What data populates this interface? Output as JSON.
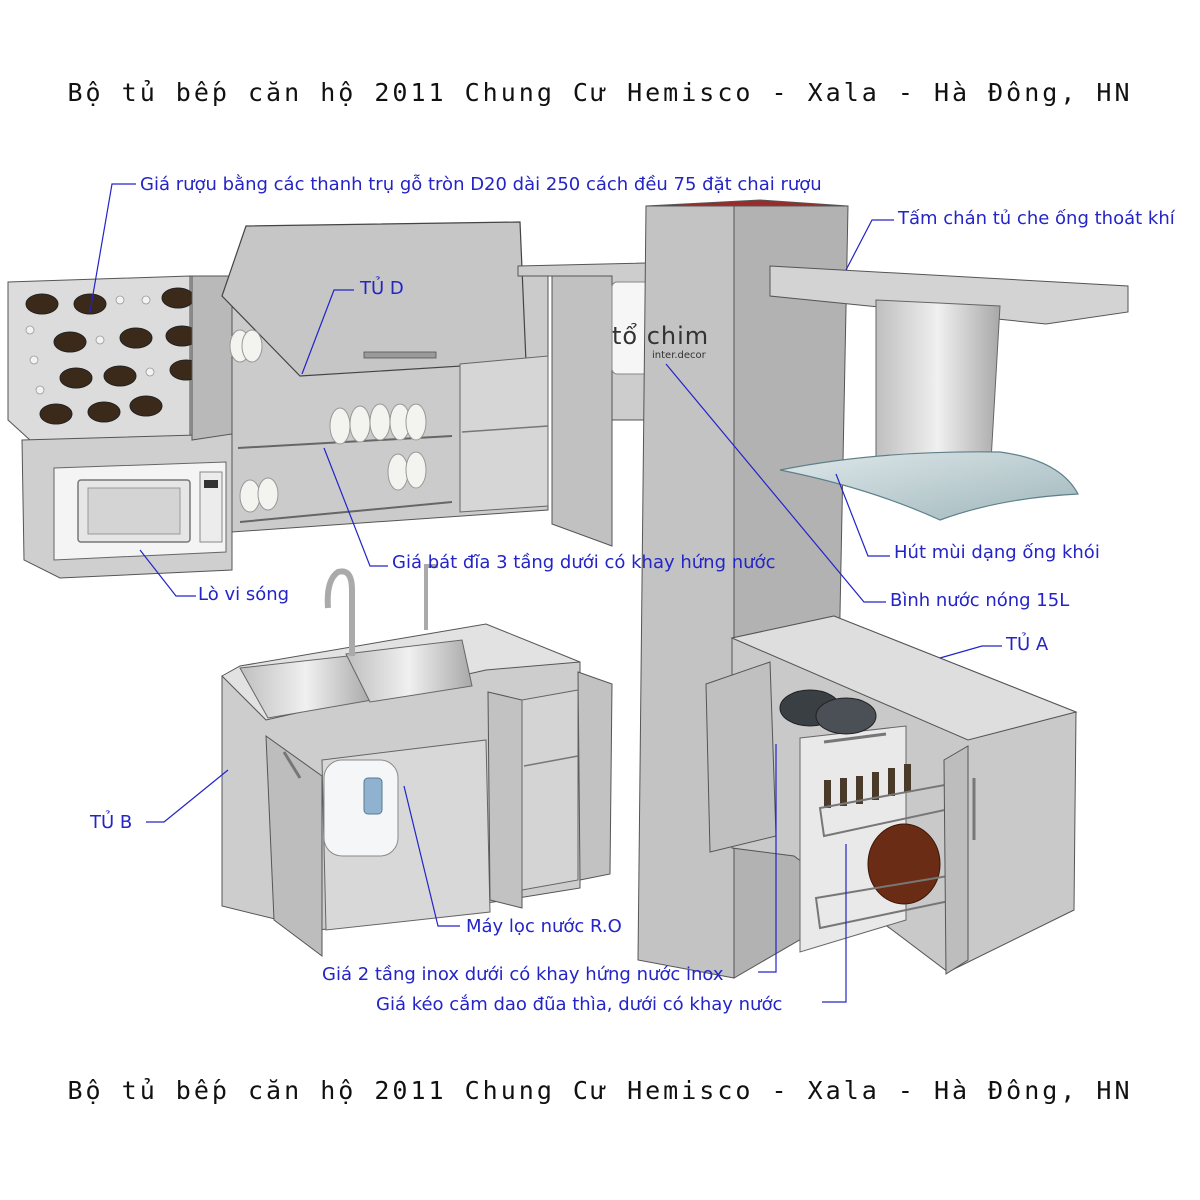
{
  "title": "Bộ tủ bếp căn hộ 2011 Chung Cư Hemisco - Xala - Hà Đông, HN",
  "footer_title": "Bộ tủ bếp căn hộ 2011 Chung Cư Hemisco - Xala - Hà Đông, HN",
  "logo": {
    "main": "tổ chim",
    "sub": "inter.decor"
  },
  "callouts": {
    "wine_rack": "Giá rượu bằng các thanh trụ gỗ tròn D20 dài 250 cách đều 75 đặt chai rượu",
    "cabinet_d": "TỦ D",
    "plinth": "Tấm chán tủ che ống thoát khí",
    "dish_rack": "Giá bát đĩa 3 tầng dưới có khay hứng nước",
    "range_hood": "Hút mùi dạng ống khói",
    "water_heater": "Bình nước nóng 15L",
    "microwave": "Lò vi sóng",
    "cabinet_a": "TỦ A",
    "cabinet_b": "TỦ B",
    "ro_filter": "Máy lọc nước R.O",
    "inox_rack": "Giá 2 tầng inox dưới có khay hứng nước inox",
    "knife_rack": "Giá  kéo cắm dao đũa thìa, dưới có khay nước"
  },
  "colors": {
    "label": "#2424c8",
    "cabinet": "#c8c8c8",
    "cabinet_dark": "#a9a9a9",
    "cabinet_light": "#dadada",
    "steel": "#d6d6d6"
  }
}
